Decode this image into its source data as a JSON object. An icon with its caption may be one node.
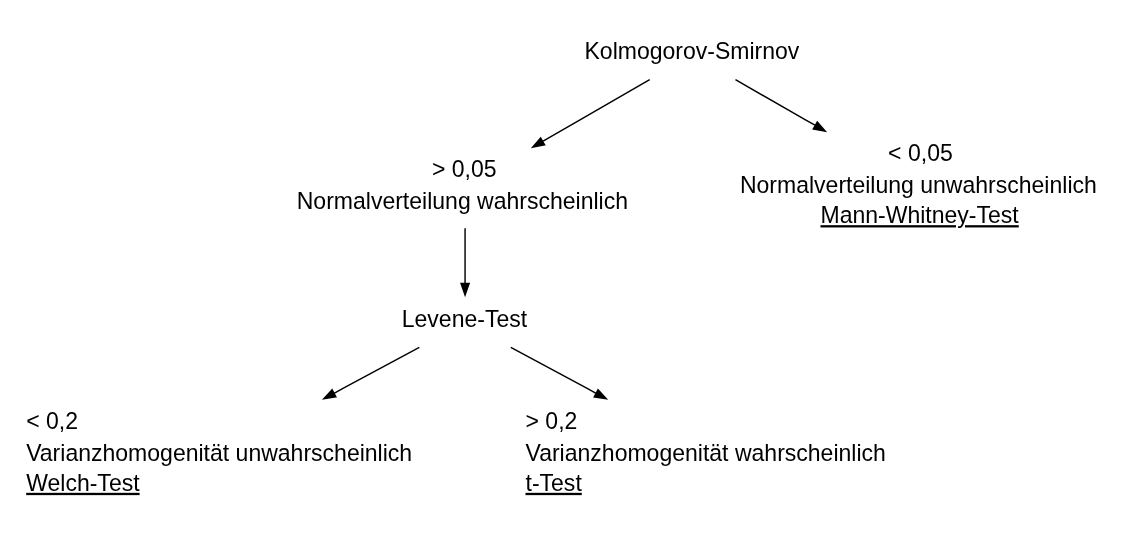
{
  "diagram": {
    "nodes": [
      {
        "text": [
          "Kolmogorov-Smirnov"
        ]
      },
      {
        "text": [
          "> 0,05",
          "Normalverteilung wahrscheinlich"
        ]
      },
      {
        "text": [
          "< 0,05",
          "Normalverteilung unwahrscheinlich",
          "Mann-Whitney-Test"
        ]
      },
      {
        "text": [
          "Levene-Test"
        ]
      },
      {
        "text": [
          "< 0,2",
          "Varianzhomogenität unwahrscheinlich",
          "Welch-Test"
        ]
      },
      {
        "text": [
          "> 0,2",
          "Varianzhomogenität wahrscheinlich",
          "t-Test"
        ]
      }
    ],
    "edges": [
      {
        "from": 0,
        "to": 1,
        "arrow": "to"
      },
      {
        "from": 0,
        "to": 2,
        "arrow": "to"
      },
      {
        "from": 1,
        "to": 3,
        "arrow": "to"
      },
      {
        "from": 3,
        "to": 4,
        "arrow": "to"
      },
      {
        "from": 3,
        "to": 5,
        "arrow": "to"
      }
    ]
  }
}
